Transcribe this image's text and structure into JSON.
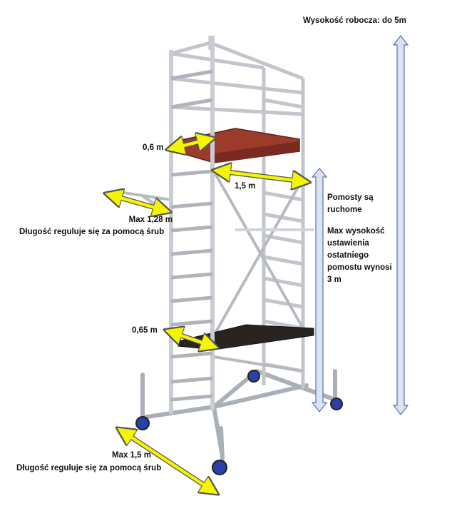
{
  "labels": {
    "working_height": "Wysokość robocza: do 5m",
    "platform_width": "0,6 m",
    "platform_length": "1,5 m",
    "outrigger_max": "Max 1,28 m",
    "outrigger_adjust": "Długość reguluje się za pomocą śrub",
    "platforms_movable_1": "Pomosty są",
    "platforms_movable_2": "ruchome",
    "max_height_1": "Max wysokość",
    "max_height_2": "ustawienia",
    "max_height_3": "ostatniego",
    "max_height_4": "pomostu wynosi",
    "max_height_5": "3 m",
    "lower_platform_width": "0,65 m",
    "base_max": "Max 1,5 m",
    "base_adjust": "Długość reguluje się za pomocą śrub"
  },
  "colors": {
    "arrow_yellow": "#f5f500",
    "arrow_blue_fill": "#dae3f3",
    "arrow_blue_stroke": "#5a6fa8",
    "platform_red": "#9c3a2c",
    "platform_dark": "#2a2420",
    "aluminium": "#c9ccd2"
  }
}
